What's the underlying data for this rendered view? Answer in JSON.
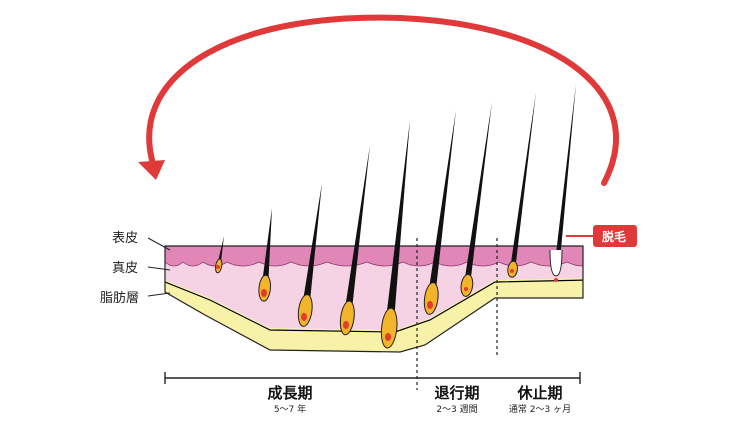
{
  "labels": {
    "epidermis": "表皮",
    "dermis": "真皮",
    "fat_layer": "脂肪層"
  },
  "callout": {
    "hair_loss": "脱毛"
  },
  "phases": [
    {
      "name": "成長期",
      "duration": "5～7 年"
    },
    {
      "name": "退行期",
      "duration": "2～3 週間"
    },
    {
      "name": "休止期",
      "duration": "通常 2～3 ヶ月"
    }
  ],
  "colors": {
    "cycle_arrow": "#e0393a",
    "epidermis": "#e187b8",
    "dermis": "#f6d2e5",
    "fat": "#f7f2a8",
    "bulb": "#f2b52a",
    "papilla": "#e23c2c",
    "hair": "#111111",
    "callout": "#e0393a"
  }
}
